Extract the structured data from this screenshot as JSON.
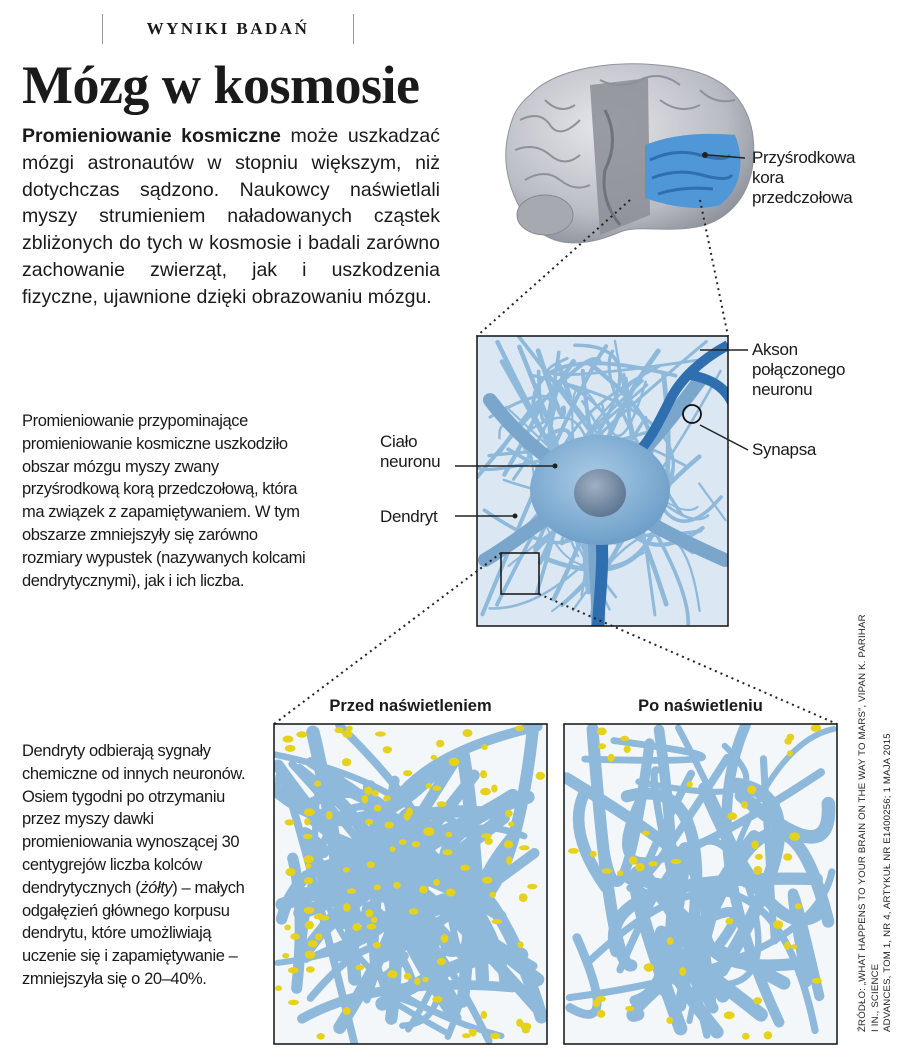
{
  "header": {
    "kicker": "WYNIKI BADAŃ",
    "title": "Mózg w kosmosie"
  },
  "lead": {
    "bold": "Promieniowanie kosmiczne",
    "text": " może uszkadzać mózgi astronautów w stopniu większym, niż dotychczas sądzono. Naukowcy naświetlali myszy strumieniem naładowanych cząstek zbliżonych do tych w kosmosie i badali zarówno zachowanie zwierząt, jak i uszkodzenia fizyczne, ujawnione dzięki obrazowaniu mózgu."
  },
  "side_texts": {
    "p1": "Promieniowanie przypominające promieniowanie kosmiczne uszkodziło obszar mózgu myszy zwany przyśrodkową korą przedczołową, która ma związek z zapamiętywaniem. W tym obszarze zmniejszyły się zarówno rozmiary wypustek (nazywanych kolcami dendrytycznymi), jak i ich liczba.",
    "p2_before": "Dendryty odbierają sygnały chemiczne od innych neuronów. Osiem tygodni po otrzymaniu przez myszy dawki promieniowania wynoszącej 30 centygrejów liczba kolców dendrytycznych (",
    "p2_italic": "żółty",
    "p2_after": ") – małych odgałęzień głównego korpusu dendrytu, które umożliwiają uczenie się i zapamiętywanie – zmniejszyła się o 20–40%."
  },
  "labels": {
    "cortex": [
      "Przyśrodkowa",
      "kora",
      "przedczołowa"
    ],
    "axon": [
      "Akson",
      "połączonego",
      "neuronu"
    ],
    "synapse": "Synapsa",
    "body": [
      "Ciało",
      "neuronu"
    ],
    "dendrite": "Dendryt"
  },
  "panels": {
    "before": "Przed naświetleniem",
    "after": "Po naświetleniu"
  },
  "credit": {
    "line1": "ŹRÓDŁO: „WHAT HAPPENS TO YOUR BRAIN ON THE WAY TO MARS”, VIPAN K. PARIHAR I IN., SCIENCE",
    "line2": "ADVANCES, TOM 1, NR 4, ARTYKUŁ NR E1400256; 1 MAJA 2015"
  },
  "colors": {
    "neuron_blue": "#8fb9da",
    "dendrite_blue": "#7aa6cc",
    "axon_blue": "#2f6fb0",
    "cortex_blue": "#4f97d6",
    "spine_yellow": "#e6d21c",
    "brain_gray": "#b9bcc3"
  }
}
